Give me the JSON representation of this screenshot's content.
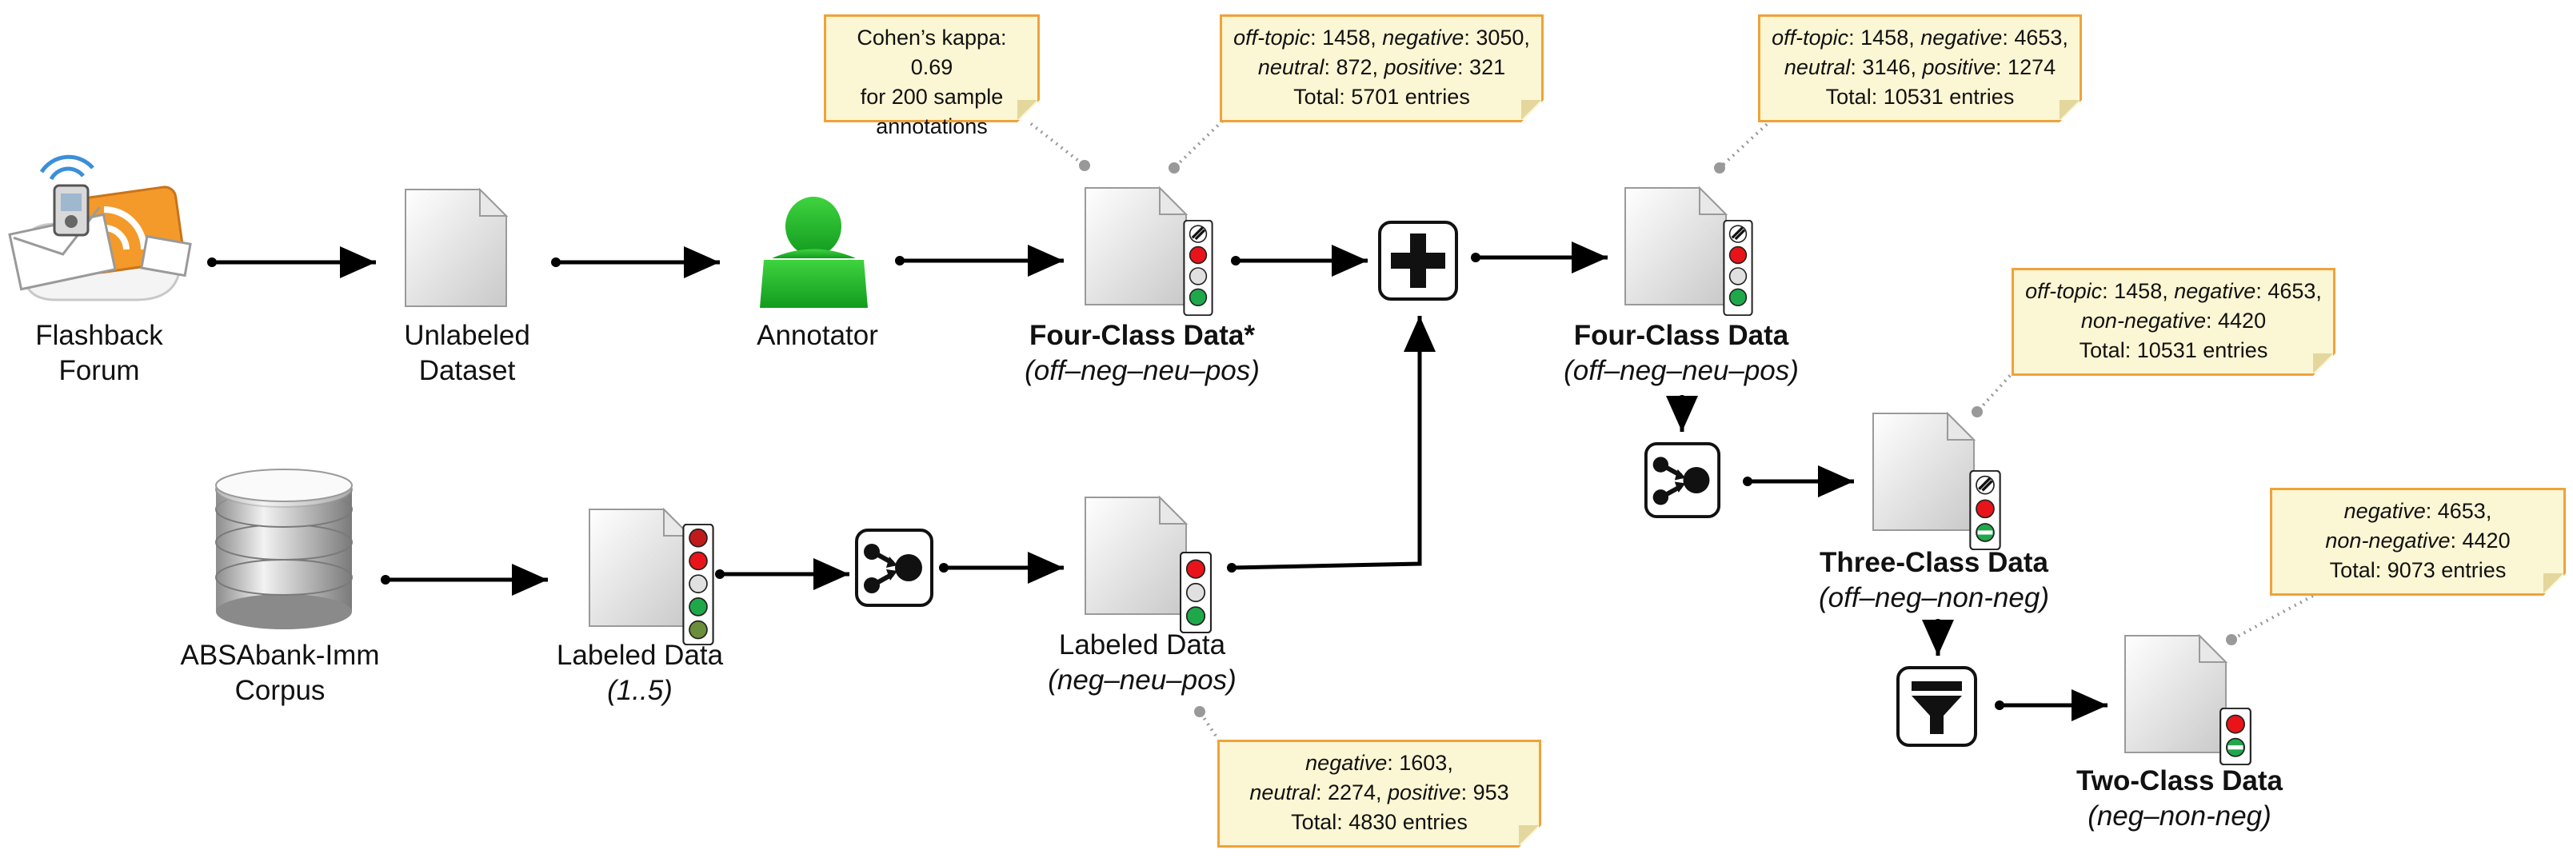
{
  "nodes": {
    "flashback": {
      "line1": "Flashback",
      "line2": "Forum"
    },
    "unlabeled": {
      "line1": "Unlabeled",
      "line2": "Dataset"
    },
    "annotator": {
      "line1": "Annotator"
    },
    "four_star": {
      "line1": "Four-Class Data*",
      "line2": "(off–neg–neu–pos)"
    },
    "four": {
      "line1": "Four-Class Data",
      "line2": "(off–neg–neu–pos)"
    },
    "three": {
      "line1": "Three-Class Data",
      "line2": "(off–neg–non-neg)"
    },
    "two": {
      "line1": "Two-Class Data",
      "line2": "(neg–non-neg)"
    },
    "absa": {
      "line1": "ABSAbank-Imm",
      "line2": "Corpus"
    },
    "labeled15": {
      "line1": "Labeled Data",
      "line2": "(1..5)"
    },
    "labeled_nnp": {
      "line1": "Labeled Data",
      "line2": "(neg–neu–pos)"
    }
  },
  "notes": {
    "kappa": {
      "l1": "Cohen’s kappa: 0.69",
      "l2": "for 200 sample",
      "l3": "annotations"
    },
    "four_star": {
      "a": "off-topic",
      "b": ": 1458, ",
      "c": "negative",
      "d": ": 3050,",
      "e": "neutral",
      "f": ": 872, ",
      "g": "positive",
      "h": ": 321",
      "total": "Total: 5701 entries"
    },
    "four": {
      "a": "off-topic",
      "b": ": 1458, ",
      "c": "negative",
      "d": ": 4653,",
      "e": "neutral",
      "f": ": 3146, ",
      "g": "positive",
      "h": ": 1274",
      "total": "Total: 10531 entries"
    },
    "three": {
      "a": "off-topic",
      "b": ": 1458, ",
      "c": "negative",
      "d": ": 4653,",
      "e": "non-negative",
      "f": ": 4420",
      "total": "Total: 10531 entries"
    },
    "two": {
      "a": "negative",
      "b": ": 4653,",
      "c": "non-negative",
      "d": ": 4420",
      "total": "Total: 9073 entries"
    },
    "nnp": {
      "a": "negative",
      "b": ": 1603,",
      "c": "neutral",
      "d": ": 2274, ",
      "e": "positive",
      "f": ": 953",
      "total": "Total: 4830 entries"
    }
  },
  "icons": [
    "flashback-forum-icon",
    "document-icon",
    "annotator-person-icon",
    "database-icon",
    "merge-plus-icon",
    "combine-icon",
    "filter-funnel-icon",
    "traffic-light-icon"
  ],
  "colors": {
    "note_fill": "#fbf6d3",
    "note_border": "#f0a23a",
    "red": "#e8141a",
    "green": "#1fa84a",
    "gray": "#d8d8d8",
    "olive": "#6b8e3a",
    "annotator": "#2eb82e"
  }
}
